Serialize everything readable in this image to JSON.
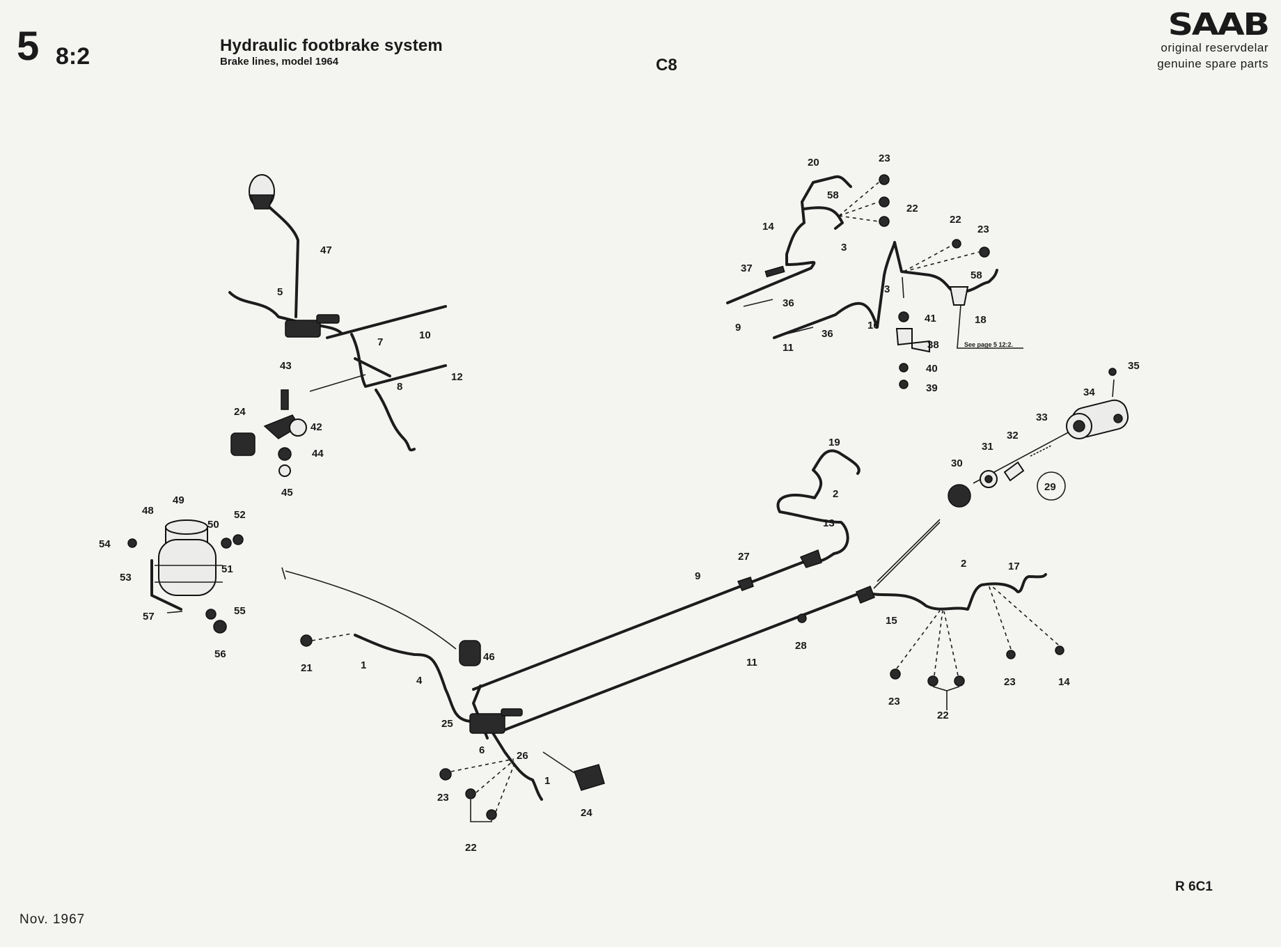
{
  "header": {
    "section": "5",
    "subsection": "8:2",
    "title": "Hydraulic footbrake system",
    "subtitle": "Brake lines, model 1964",
    "code": "C8"
  },
  "brand": {
    "logo_text": "SAAB",
    "line1": "original reservdelar",
    "line2": "genuine spare parts"
  },
  "footer": {
    "date": "Nov. 1967",
    "ref": "R 6C1"
  },
  "diagram": {
    "note": "See page 5 12:2.",
    "callouts": [
      "20",
      "23",
      "58",
      "22",
      "14",
      "3",
      "22",
      "23",
      "37",
      "58",
      "3",
      "36",
      "9",
      "18",
      "41",
      "36",
      "16",
      "11",
      "38",
      "40",
      "39",
      "35",
      "34",
      "33",
      "32",
      "31",
      "30",
      "29",
      "47",
      "5",
      "10",
      "7",
      "8",
      "12",
      "43",
      "24",
      "42",
      "44",
      "45",
      "19",
      "2",
      "13",
      "49",
      "48",
      "50",
      "52",
      "54",
      "51",
      "53",
      "55",
      "57",
      "56",
      "27",
      "9",
      "2",
      "17",
      "15",
      "28",
      "11",
      "46",
      "21",
      "1",
      "4",
      "23",
      "22",
      "23",
      "25",
      "6",
      "26",
      "1",
      "24",
      "23",
      "22"
    ]
  }
}
